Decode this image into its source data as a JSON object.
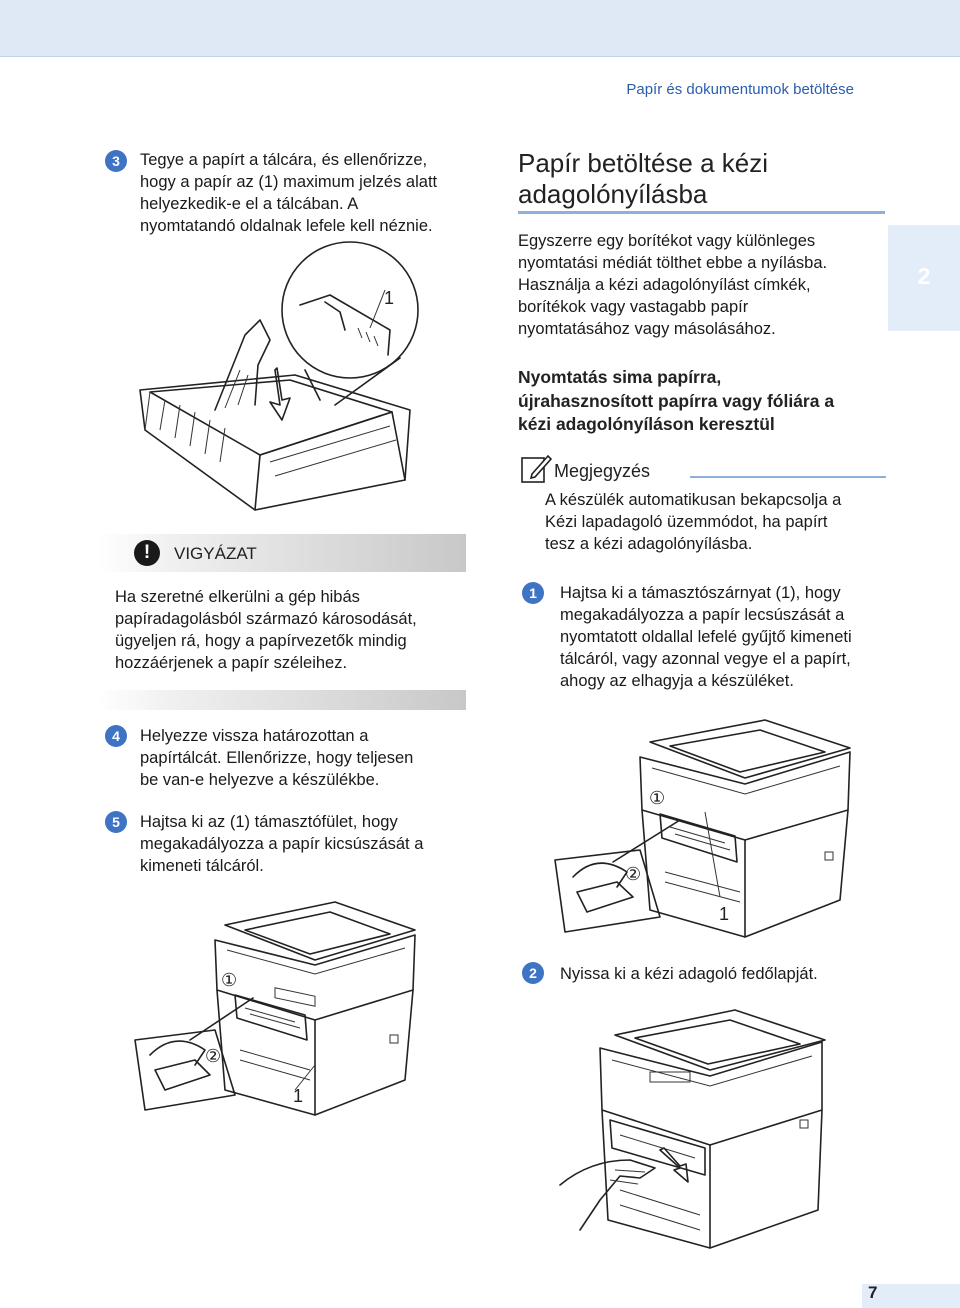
{
  "header": {
    "running_title": "Papír és dokumentumok betöltése"
  },
  "side_tab": {
    "chapter": "2"
  },
  "left_column": {
    "step3": {
      "number": "3",
      "text_lines": [
        "Tegye a papírt a tálcára, és ellenőrizze,",
        "hogy a papír az (1) maximum jelzés alatt",
        "helyezkedik-e el a tálcában. A",
        "nyomtatandó oldalnak lefele kell néznie."
      ]
    },
    "tray_figure": {
      "callout": "1"
    },
    "caution": {
      "title": "VIGYÁZAT",
      "icon": "exclamation-icon",
      "text_lines": [
        "Ha szeretné elkerülni a gép hibás",
        "papíradagolásból származó károsodását,",
        "ügyeljen rá, hogy a papírvezetők mindig",
        "hozzáérjenek a papír széleihez."
      ]
    },
    "step4": {
      "number": "4",
      "text_lines": [
        "Helyezze vissza határozottan a",
        "papírtálcát. Ellenőrizze, hogy teljesen",
        "be van-e helyezve a készülékbe."
      ]
    },
    "step5": {
      "number": "5",
      "text_lines": [
        "Hajtsa ki az (1) támasztófület, hogy",
        "megakadályozza a papír kicsúszását a",
        "kimeneti tálcáról."
      ]
    },
    "printer_figure": {
      "callout1": "1",
      "callout_circled1": "①",
      "callout_circled2": "②"
    }
  },
  "right_column": {
    "section_title_lines": [
      "Papír betöltése a kézi",
      "adagolónyílásba"
    ],
    "intro_lines": [
      "Egyszerre egy borítékot vagy különleges",
      "nyomtatási médiát tölthet ebbe a nyílásba.",
      "Használja a kézi adagolónyílást címkék,",
      "borítékok vagy vastagabb papír",
      "nyomtatásához vagy másolásához."
    ],
    "subheading_lines": [
      "Nyomtatás sima papírra,",
      "újrahasznosított papírra vagy fóliára a",
      "kézi adagolónyíláson keresztül"
    ],
    "note": {
      "title": "Megjegyzés",
      "icon": "note-pencil-icon",
      "text_lines": [
        "A készülék automatikusan bekapcsolja a",
        "Kézi lapadagoló üzemmódot, ha papírt",
        "tesz a kézi adagolónyílásba."
      ]
    },
    "step1": {
      "number": "1",
      "text_lines": [
        "Hajtsa ki a támasztószárnyat (1), hogy",
        "megakadályozza a papír lecsúszását a",
        "nyomtatott oldallal lefelé gyűjtő kimeneti",
        "tálcáról, vagy azonnal vegye el a papírt,",
        "ahogy az elhagyja a készüléket."
      ]
    },
    "printer_figure": {
      "callout1": "1",
      "callout_circled1": "①",
      "callout_circled2": "②"
    },
    "step2": {
      "number": "2",
      "text_lines": [
        "Nyissa ki a kézi adagoló fedőlapját."
      ]
    }
  },
  "footer": {
    "page_number": "7"
  }
}
